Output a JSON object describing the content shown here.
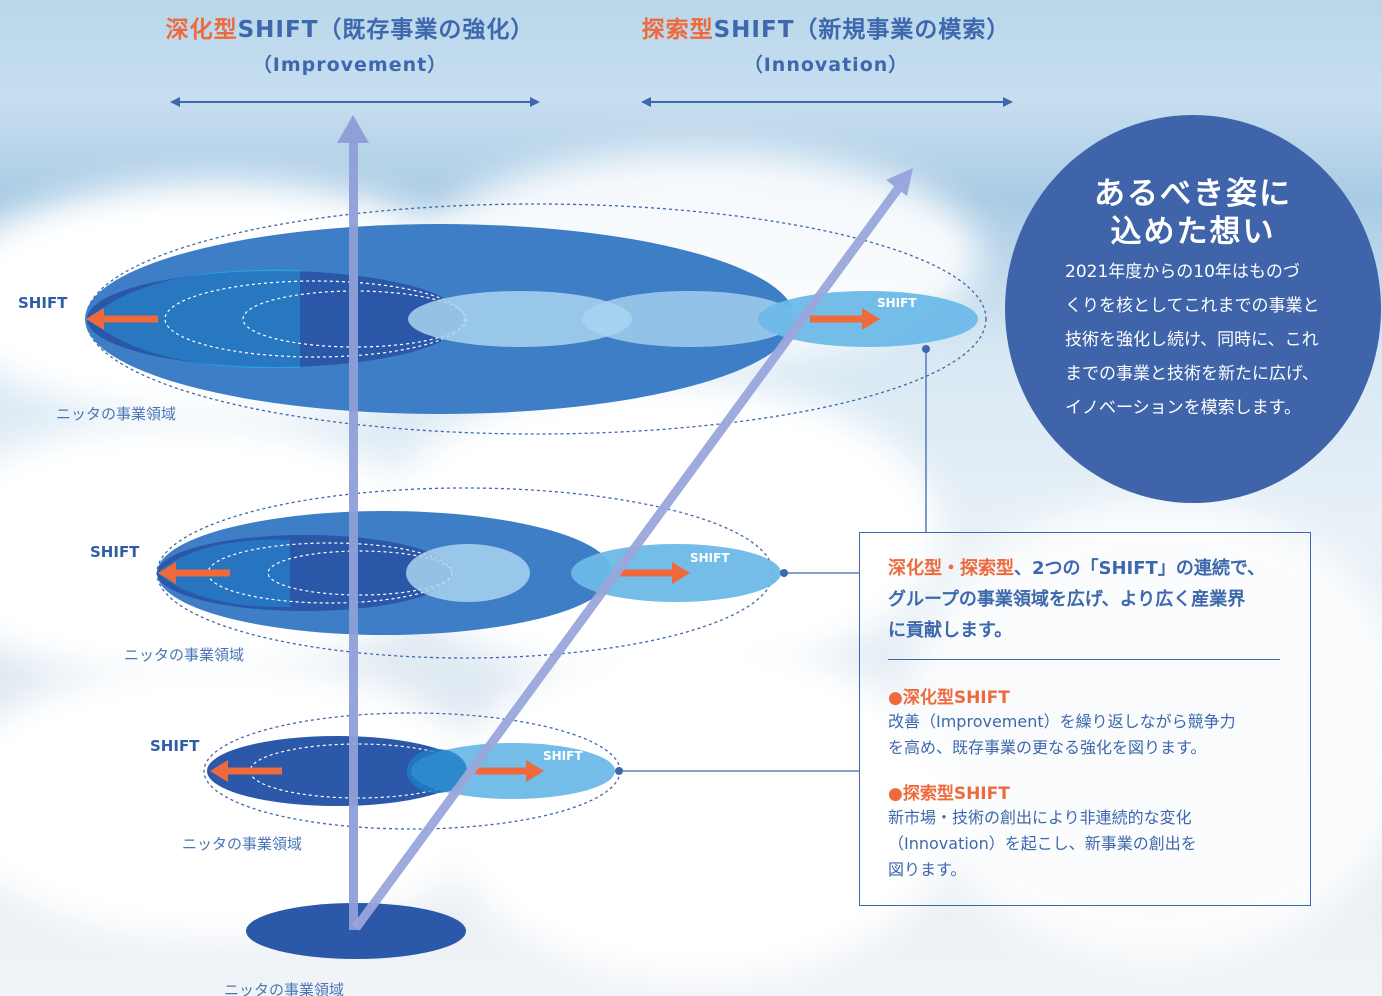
{
  "header": {
    "left": {
      "title_accent": "深化型",
      "title_main": "SHIFT（既存事業の強化）",
      "subtitle": "（Improvement）"
    },
    "right": {
      "title_accent": "探索型",
      "title_main": "SHIFT（新規事業の模索）",
      "subtitle": "（Innovation）"
    }
  },
  "circle": {
    "title_line1": "あるべき姿に",
    "title_line2": "込めた想い",
    "body": [
      "2021年度からの10年はものづ",
      "くりを核としてこれまでの事業と",
      "技術を強化し続け、同時に、これ",
      "までの事業と技術を新たに広げ、",
      "イノベーションを模索します。"
    ]
  },
  "diagram": {
    "shift_label": "SHIFT",
    "domain_label": "ニッタの事業領域"
  },
  "box": {
    "lead_accent_1": "深化型",
    "lead_dot": "・",
    "lead_accent_2": "探索型",
    "lead_rest_1": "、2つの「SHIFT」の連続で、",
    "lead_rest_2": "グループの事業領域を広げ、より広く産業界",
    "lead_rest_3": "に貢献します。",
    "improvement": {
      "heading": "●深化型SHIFT",
      "lines": [
        "改善（Improvement）を繰り返しながら競争力",
        "を高め、既存事業の更なる強化を図ります。"
      ]
    },
    "innovation": {
      "heading": "●探索型SHIFT",
      "lines": [
        "新市場・技術の創出により非連続的な変化",
        "（Innovation）を起こし、新事業の創出を",
        "図ります。"
      ]
    }
  },
  "colors": {
    "accent": "#ee6a3c",
    "blue": "#3e68ad",
    "dark_blue": "#2b58a8",
    "sky": "#6db9e8"
  }
}
